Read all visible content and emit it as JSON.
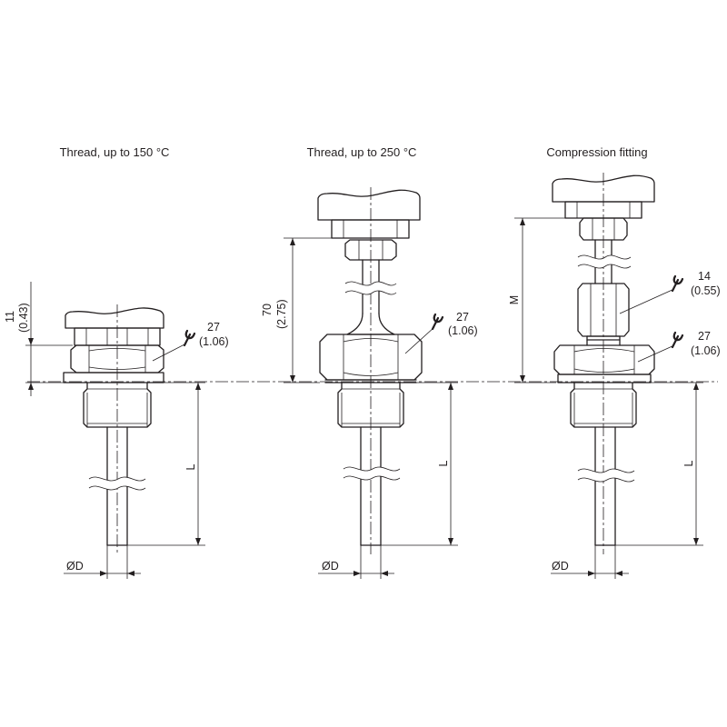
{
  "diagram": {
    "titles": {
      "thread_150": "Thread, up to 150 °C",
      "thread_250": "Thread, up to 250 °C",
      "compression": "Compression fitting"
    },
    "dims": {
      "head_height": "11",
      "head_height_in": "(0.43)",
      "neck_length": "70",
      "neck_length_in": "(2.75)",
      "insertion": "L",
      "compression_length": "M",
      "diameter": "ØD"
    },
    "wrench": {
      "hex_27": "27",
      "hex_27_in": "(1.06)",
      "hex_14": "14",
      "hex_14_in": "(0.55)"
    }
  }
}
